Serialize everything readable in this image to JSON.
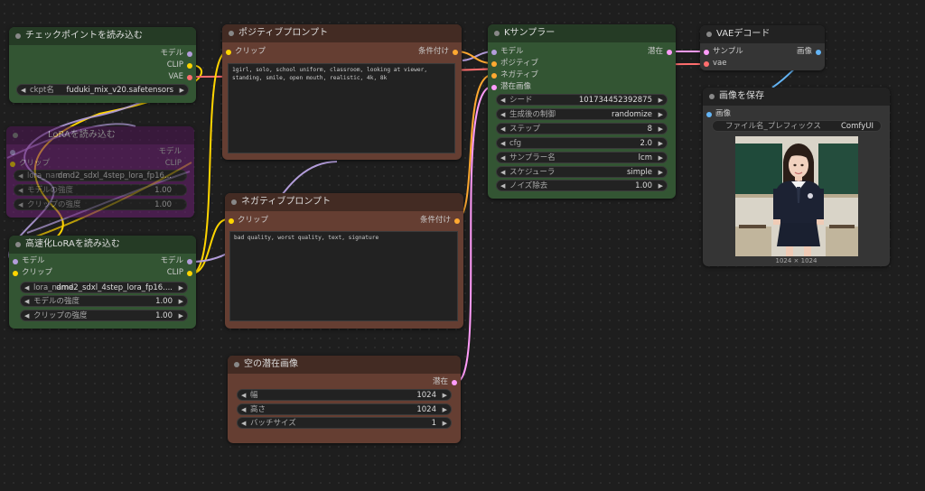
{
  "colors": {
    "model": "#b39ddb",
    "clip": "#ffd500",
    "vae": "#ff6e6e",
    "conditioning": "#ffa931",
    "latent": "#ff9cf9",
    "image": "#64b5f6"
  },
  "checkpoint": {
    "title": "チェックポイントを読み込む",
    "out_model": "モデル",
    "out_clip": "CLIP",
    "out_vae": "VAE",
    "ckpt_name_label": "ckpt名",
    "ckpt_name_value": "fuduki_mix_v20.safetensors"
  },
  "lora_bypassed": {
    "title": "LoRAを読み込む",
    "in_model": "モデル",
    "in_clip": "クリップ",
    "out_model": "モデル",
    "out_clip": "CLIP",
    "lora_name_label": "lora_name",
    "lora_name_value": "dmd2_sdxl_4step_lora_fp16...",
    "model_strength_label": "モデルの強度",
    "model_strength_value": "1.00",
    "clip_strength_label": "クリップの強度",
    "clip_strength_value": "1.00"
  },
  "lora_fast": {
    "title": "高速化LoRAを読み込む",
    "in_model": "モデル",
    "in_clip": "クリップ",
    "out_model": "モデル",
    "out_clip": "CLIP",
    "lora_name_label": "lora_name",
    "lora_name_value": "dmd2_sdxl_4step_lora_fp16....",
    "model_strength_label": "モデルの強度",
    "model_strength_value": "1.00",
    "clip_strength_label": "クリップの強度",
    "clip_strength_value": "1.00"
  },
  "positive": {
    "title": "ポジティブプロンプト",
    "in_clip": "クリップ",
    "out_cond": "条件付け",
    "text": "1girl, solo, school uniform, classroom, looking at viewer,\nstanding, smile, open mouth, realistic, 4k, 8k"
  },
  "negative": {
    "title": "ネガティブプロンプト",
    "in_clip": "クリップ",
    "out_cond": "条件付け",
    "text": "bad quality, worst quality, text, signature"
  },
  "sampler": {
    "title": "Kサンプラー",
    "in_model": "モデル",
    "in_positive": "ポジティブ",
    "in_negative": "ネガティブ",
    "in_latent": "潜在画像",
    "out_latent": "潜在",
    "widgets": [
      {
        "label": "シード",
        "value": "101734452392875"
      },
      {
        "label": "生成後の制御",
        "value": "randomize"
      },
      {
        "label": "ステップ",
        "value": "8"
      },
      {
        "label": "cfg",
        "value": "2.0"
      },
      {
        "label": "サンプラー名",
        "value": "lcm"
      },
      {
        "label": "スケジューラ",
        "value": "simple"
      },
      {
        "label": "ノイズ除去",
        "value": "1.00"
      }
    ]
  },
  "vae_decode": {
    "title": "VAEデコード",
    "in_samples": "サンプル",
    "in_vae": "vae",
    "out_image": "画像"
  },
  "save_image": {
    "title": "画像を保存",
    "in_images": "画像",
    "prefix_label": "ファイル名_プレフィックス",
    "prefix_value": "ComfyUI",
    "image_size": "1024 × 1024"
  },
  "empty_latent": {
    "title": "空の潜在画像",
    "out_latent": "潜在",
    "width_label": "幅",
    "width_value": "1024",
    "height_label": "高さ",
    "height_value": "1024",
    "batch_label": "バッチサイズ",
    "batch_value": "1"
  }
}
